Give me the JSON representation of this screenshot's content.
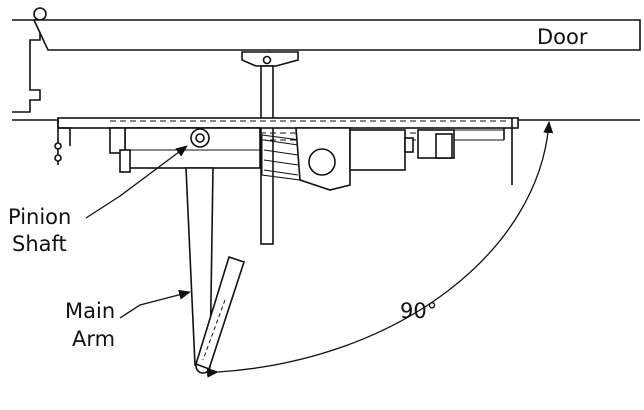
{
  "labels": {
    "door": "Door",
    "pinion_line1": "Pinion",
    "pinion_line2": "Shaft",
    "arm_line1": "Main",
    "arm_line2": "Arm",
    "angle": "90°"
  }
}
